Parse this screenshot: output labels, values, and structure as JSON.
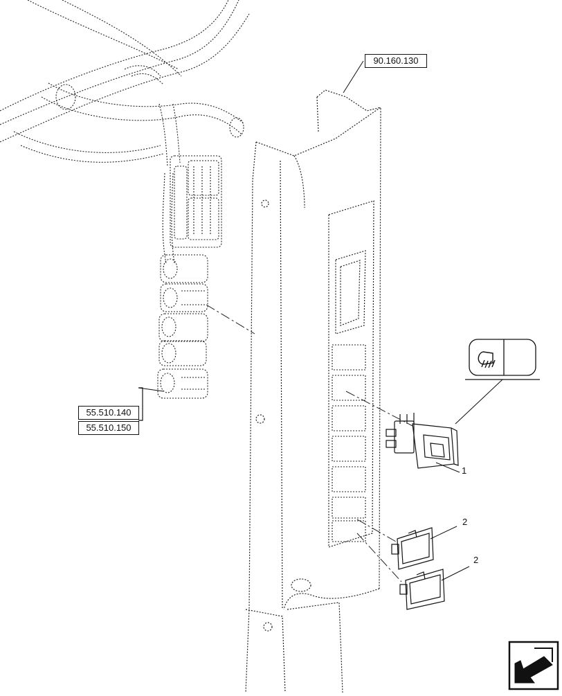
{
  "references": {
    "top": "90.160.130",
    "harness_a": "55.510.140",
    "harness_b": "55.510.150"
  },
  "callouts": {
    "switch": "1",
    "cover_upper": "2",
    "cover_lower": "2"
  },
  "icons": {
    "switch_symbol": "work-light-icon",
    "nav_symbol": "back-arrow-icon"
  },
  "colors": {
    "line": "#1a1a1a",
    "dotted": "#222222",
    "nav_fill": "#111111"
  }
}
